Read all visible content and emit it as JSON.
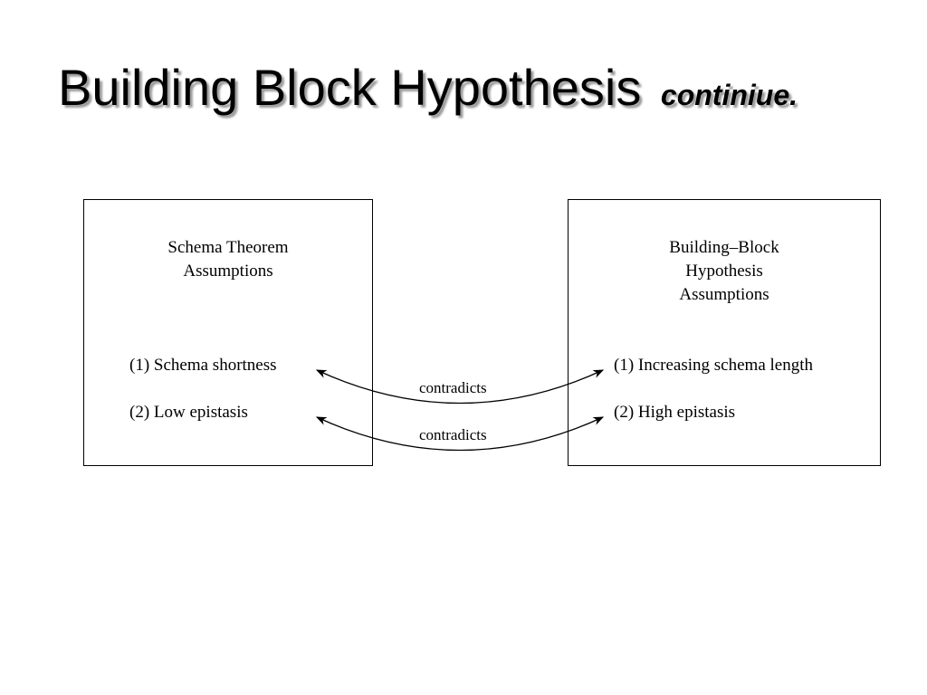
{
  "slide": {
    "title": "Building Block Hypothesis",
    "subtitle": "continiue."
  },
  "left_box": {
    "header": [
      "Schema Theorem",
      "Assumptions"
    ],
    "items": [
      "(1) Schema shortness",
      "(2) Low epistasis"
    ]
  },
  "right_box": {
    "header": [
      "Building–Block",
      "Hypothesis",
      "Assumptions"
    ],
    "items": [
      "(1) Increasing schema length",
      "(2) High epistasis"
    ]
  },
  "relations": [
    {
      "label": "contradicts",
      "from": "(1) Schema shortness",
      "to": "(1) Increasing schema length"
    },
    {
      "label": "contradicts",
      "from": "(2) Low epistasis",
      "to": "(2) High epistasis"
    }
  ]
}
